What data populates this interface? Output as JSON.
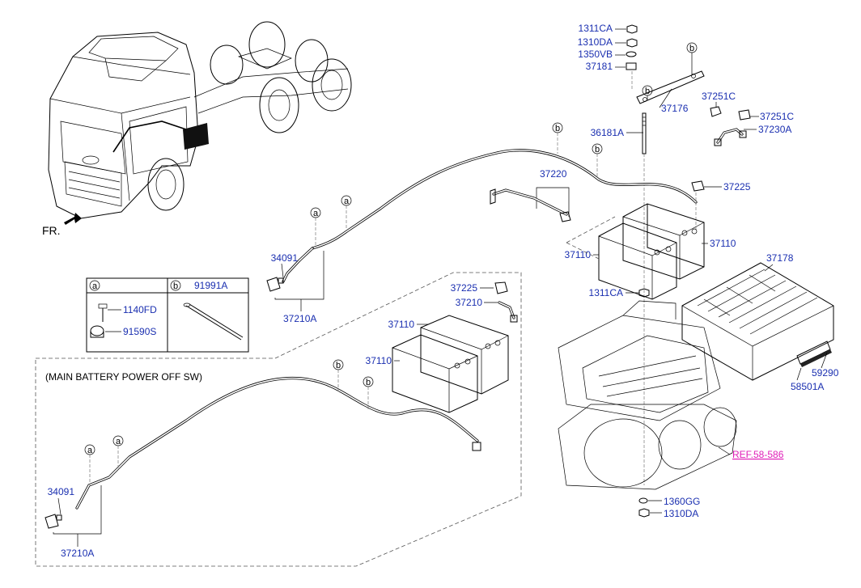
{
  "direction_label": "FR.",
  "title_box_label": "(MAIN BATTERY POWER OFF SW)",
  "legend": {
    "a_letter": "a",
    "b_letter": "b",
    "b_part": "91991A",
    "a_parts": [
      "1140FD",
      "91590S"
    ]
  },
  "callout_letters": {
    "a": "a",
    "b": "b"
  },
  "parts": {
    "p1311CA_top": "1311CA",
    "p1310DA_top": "1310DA",
    "p1350VB": "1350VB",
    "p37181": "37181",
    "p37176": "37176",
    "p37251C_left": "37251C",
    "p37251C_right": "37251C",
    "p37230A": "37230A",
    "p36181A": "36181A",
    "p37220": "37220",
    "p37225_top": "37225",
    "p37110_topright": "37110",
    "p37110_topleft": "37110",
    "p37178": "37178",
    "p1311CA_mid": "1311CA",
    "p34091_top": "34091",
    "p37210A_top": "37210A",
    "p37225_mid": "37225",
    "p37210_mid": "37210",
    "p37110_mid1": "37110",
    "p37110_mid2": "37110",
    "p59290": "59290",
    "p58501A": "58501A",
    "p34091_bot": "34091",
    "p37210A_bot": "37210A",
    "p1360GG": "1360GG",
    "p1310DA_bot": "1310DA"
  },
  "reference_label": "REF.58-586"
}
